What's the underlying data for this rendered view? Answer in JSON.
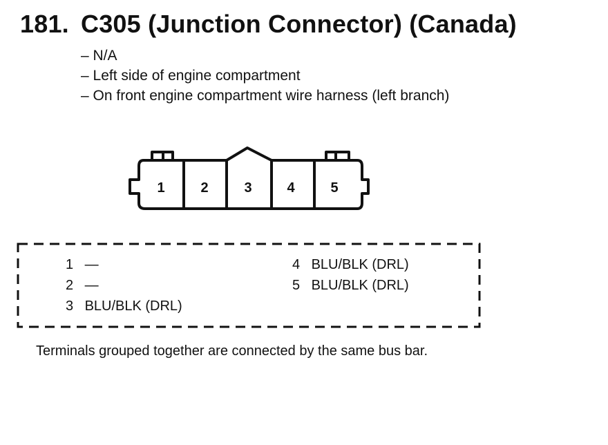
{
  "header": {
    "number": "181.",
    "title": "C305 (Junction Connector) (Canada)"
  },
  "details": [
    "– N/A",
    "– Left side of engine compartment",
    "– On front engine compartment wire harness (left branch)"
  ],
  "connector": {
    "pins": [
      "1",
      "2",
      "3",
      "4",
      "5"
    ]
  },
  "legend": {
    "left": [
      {
        "pin": "1",
        "wire": "—"
      },
      {
        "pin": "2",
        "wire": "—"
      },
      {
        "pin": "3",
        "wire": "BLU/BLK (DRL)"
      }
    ],
    "right": [
      {
        "pin": "4",
        "wire": "BLU/BLK (DRL)"
      },
      {
        "pin": "5",
        "wire": "BLU/BLK (DRL)"
      }
    ]
  },
  "note": "Terminals grouped together are connected by the same bus bar."
}
